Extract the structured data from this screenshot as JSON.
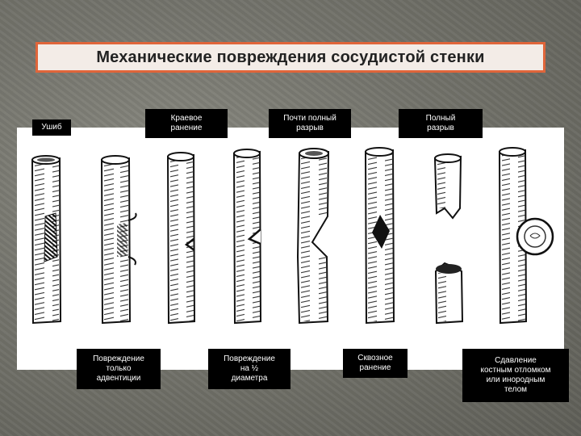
{
  "title": "Механические повреждения сосудистой стенки",
  "labels": {
    "bruise": "Ушиб",
    "marginal_wound": "Краевое\nранение",
    "near_complete_rupture": "Почти полный\nразрыв",
    "complete_rupture": "Полный\nразрыв",
    "adventitia_damage": "Повреждение\nтолько\nадвентиции",
    "half_diameter_damage": "Повреждение\nна ½\nдиаметра",
    "through_wound": "Сквозное\nранение",
    "compression": "Сдавление\nкостным отломком\nили инородным\nтелом"
  }
}
